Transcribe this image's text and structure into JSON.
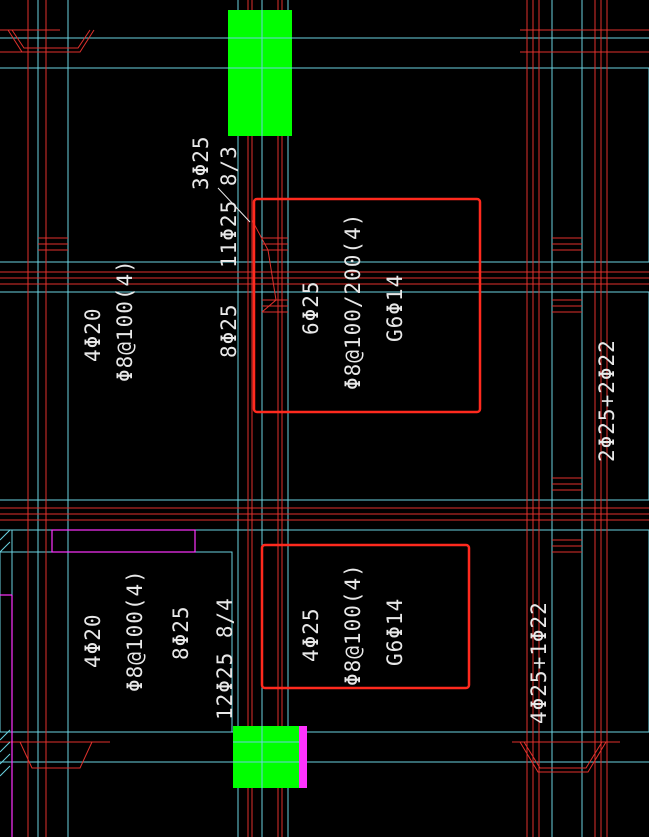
{
  "colors": {
    "background": "#000000",
    "beam_edge": "#6ad2e0",
    "rebar": "#e0312c",
    "column_fill": "#00ff00",
    "highlight_box": "#ff2a1e",
    "magenta": "#ff33ff",
    "text": "#e8e8e8"
  },
  "labels": {
    "top_center_bar": "3Φ25",
    "top_center_bar_2": "11Φ25 8/3",
    "mid_center_bar": "8Φ25",
    "left_top_main": "4Φ20",
    "left_top_stirrup": "Φ8@100(4)",
    "box1_main": "6Φ25",
    "box1_stirrup": "Φ8@100/200(4)",
    "box1_side": "G6Φ14",
    "right_mid_bar": "2Φ25+2Φ22",
    "left_bottom_main": "4Φ20",
    "left_bottom_stirrup": "Φ8@100(4)",
    "left_bottom_bar": "8Φ25",
    "left_bottom_bar_2": "12Φ25 8/4",
    "box2_main": "4Φ25",
    "box2_stirrup": "Φ8@100(4)",
    "box2_side": "G6Φ14",
    "right_bottom_bar": "4Φ25+1Φ22"
  }
}
